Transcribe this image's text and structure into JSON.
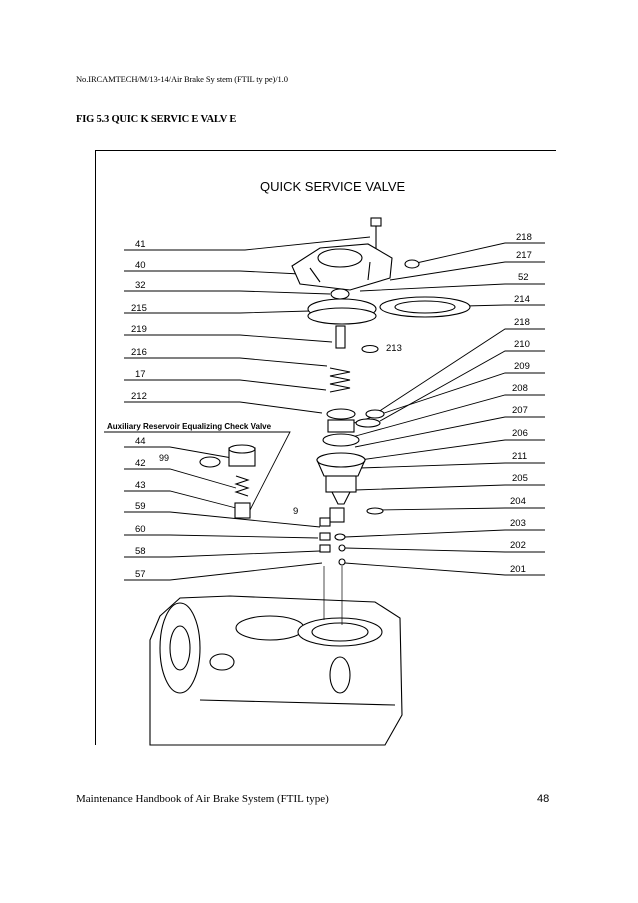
{
  "header": {
    "reference": "No.IRCAMTECH/M/13-14/Air Brake Sy stem (FTIL ty pe)/1.0"
  },
  "figure": {
    "caption": "FIG 5.3 QUIC K SERVIC E VALV E",
    "diagram_title": "QUICK SERVICE VALVE",
    "subassembly_label": "Auxiliary Reservoir Equalizing Check Valve",
    "left_labels": [
      "41",
      "40",
      "32",
      "215",
      "219",
      "216",
      "17",
      "212",
      "44",
      "42",
      "43",
      "59",
      "60",
      "58",
      "57"
    ],
    "right_labels": [
      "218",
      "217",
      "52",
      "214",
      "218",
      "210",
      "209",
      "208",
      "207",
      "206",
      "211",
      "205",
      "204",
      "203",
      "202",
      "201"
    ],
    "inline_labels": [
      "213",
      "99",
      "9"
    ]
  },
  "footer": {
    "text": "Maintenance Handbook of Air Brake System (FTIL type)",
    "page": "48"
  }
}
